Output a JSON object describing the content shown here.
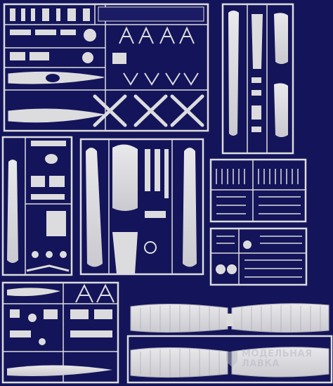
{
  "scene": {
    "background_color": "#14145a",
    "plastic_color": "#dcdcde",
    "plastic_shadow": "#a9a9b3",
    "sprue_count": 8
  },
  "watermark": {
    "line1": "МОДЕЛЬНАЯ",
    "line2": "ЛАВКА",
    "logo_icon": "shield-logo-icon"
  }
}
